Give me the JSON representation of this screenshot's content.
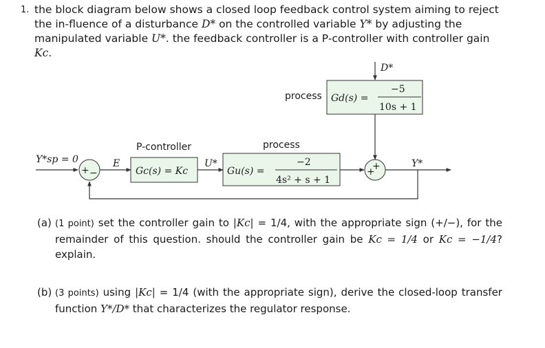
{
  "problem": {
    "number": "1.",
    "intro_1": "the block diagram below shows a closed loop feedback control system aiming to reject the in-fluence of a disturbance ",
    "D": "D*",
    "intro_2": " on the controlled variable ",
    "Y": "Y*",
    "intro_3": " by adjusting the manipulated variable ",
    "U": "U*",
    "intro_4": ". the feedback controller is a P-controller with controller gain ",
    "Kc": "Kc",
    "intro_5": "."
  },
  "diagram": {
    "disturbance_label": "D*",
    "process_top_label": "process",
    "gd_lhs": "Gd(s) =",
    "gd_num": "−5",
    "gd_den": "10s + 1",
    "setpoint_label": "Y*sp = 0",
    "sum1_sign": "+",
    "sum1_minus": "−",
    "error_label": "E",
    "controller_label": "P-controller",
    "gc_text": "Gc(s) = Kc",
    "u_label": "U*",
    "process_label": "process",
    "gu_lhs": "Gu(s) =",
    "gu_num": "−2",
    "gu_den": "4s² + s + 1",
    "sum2_sign_top": "+",
    "sum2_sign_left": "+",
    "output_label": "Y*"
  },
  "part_a": {
    "label": "(a)",
    "points": "(1 point)",
    "text_1": " set the controller gain to ",
    "abs_kc": "|Kc|",
    "text_2": " = 1/4, with the appropriate sign (+/−), for the remainder of this question. should the controller gain be ",
    "opt1": "Kc = 1/4",
    "text_3": " or ",
    "opt2": "Kc = −1/4",
    "text_4": "? explain."
  },
  "part_b": {
    "label": "(b)",
    "points": "(3 points)",
    "text_1": " using ",
    "abs_kc": "|Kc|",
    "text_2": " = 1/4 (with the appropriate sign), derive the closed-loop transfer function ",
    "tf": "Y*/D*",
    "text_3": " that characterizes the regulator response."
  }
}
